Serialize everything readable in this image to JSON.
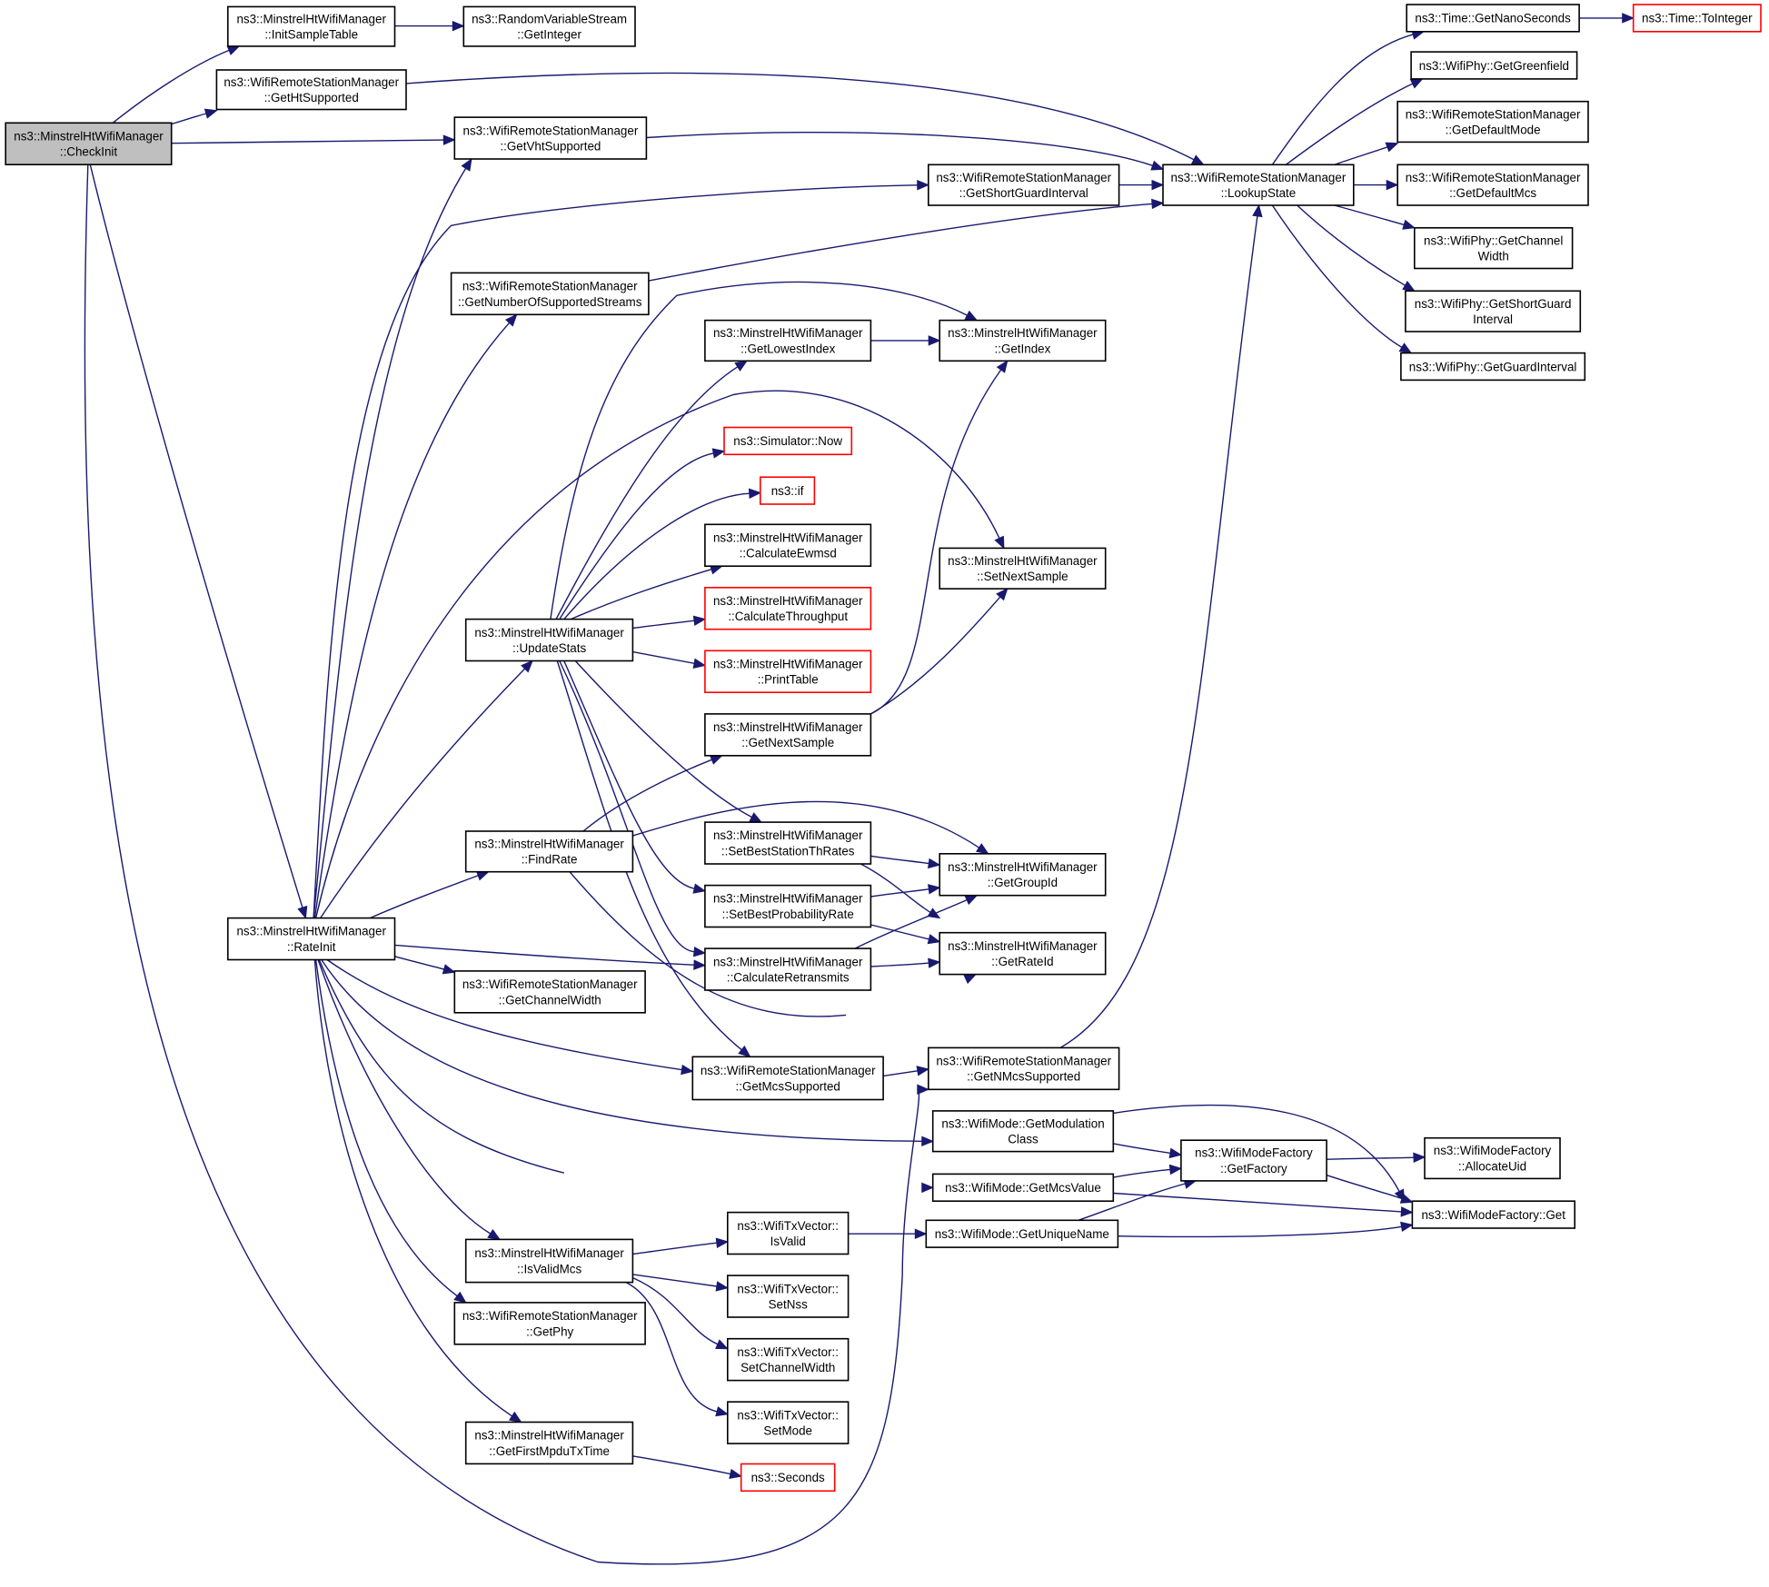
{
  "graph": {
    "colors": {
      "edge": "#191970",
      "border_default": "#000000",
      "border_truncated": "#ff0000",
      "fill_root": "#bfbfbf",
      "fill_default": "#ffffff"
    },
    "nodes": {
      "checkinit": {
        "lines": [
          "ns3::MinstrelHtWifiManager",
          "::CheckInit"
        ],
        "style": "root"
      },
      "initsampletable": {
        "lines": [
          "ns3::MinstrelHtWifiManager",
          "::InitSampleTable"
        ],
        "style": "normal"
      },
      "rvs_getinteger": {
        "lines": [
          "ns3::RandomVariableStream",
          "::GetInteger"
        ],
        "style": "normal"
      },
      "gethtsupported": {
        "lines": [
          "ns3::WifiRemoteStationManager",
          "::GetHtSupported"
        ],
        "style": "normal"
      },
      "getvhtsupported": {
        "lines": [
          "ns3::WifiRemoteStationManager",
          "::GetVhtSupported"
        ],
        "style": "normal"
      },
      "getshortguardinterval": {
        "lines": [
          "ns3::WifiRemoteStationManager",
          "::GetShortGuardInterval"
        ],
        "style": "normal"
      },
      "lookupstate": {
        "lines": [
          "ns3::WifiRemoteStationManager",
          "::LookupState"
        ],
        "style": "normal"
      },
      "getnanoseconds": {
        "lines": [
          "ns3::Time::GetNanoSeconds"
        ],
        "style": "normal"
      },
      "tointeger": {
        "lines": [
          "ns3::Time::ToInteger"
        ],
        "style": "truncated"
      },
      "getgreenfield": {
        "lines": [
          "ns3::WifiPhy::GetGreenfield"
        ],
        "style": "normal"
      },
      "getdefaultmode": {
        "lines": [
          "ns3::WifiRemoteStationManager",
          "::GetDefaultMode"
        ],
        "style": "normal"
      },
      "getdefaultmcs": {
        "lines": [
          "ns3::WifiRemoteStationManager",
          "::GetDefaultMcs"
        ],
        "style": "normal"
      },
      "phy_getchannelwidth": {
        "lines": [
          "ns3::WifiPhy::GetChannel",
          "Width"
        ],
        "style": "normal"
      },
      "phy_getshortguardinterval": {
        "lines": [
          "ns3::WifiPhy::GetShortGuard",
          "Interval"
        ],
        "style": "normal"
      },
      "phy_getguardinterval": {
        "lines": [
          "ns3::WifiPhy::GetGuardInterval"
        ],
        "style": "normal"
      },
      "getnumberofsupportedstreams": {
        "lines": [
          "ns3::WifiRemoteStationManager",
          "::GetNumberOfSupportedStreams"
        ],
        "style": "normal"
      },
      "getlowestindex": {
        "lines": [
          "ns3::MinstrelHtWifiManager",
          "::GetLowestIndex"
        ],
        "style": "normal"
      },
      "getindex": {
        "lines": [
          "ns3::MinstrelHtWifiManager",
          "::GetIndex"
        ],
        "style": "normal"
      },
      "simulator_now": {
        "lines": [
          "ns3::Simulator::Now"
        ],
        "style": "truncated"
      },
      "ns3_if": {
        "lines": [
          "ns3::if"
        ],
        "style": "truncated"
      },
      "calculateewmsd": {
        "lines": [
          "ns3::MinstrelHtWifiManager",
          "::CalculateEwmsd"
        ],
        "style": "normal"
      },
      "setnextsample": {
        "lines": [
          "ns3::MinstrelHtWifiManager",
          "::SetNextSample"
        ],
        "style": "normal"
      },
      "calculatethroughput": {
        "lines": [
          "ns3::MinstrelHtWifiManager",
          "::CalculateThroughput"
        ],
        "style": "truncated"
      },
      "updatestats": {
        "lines": [
          "ns3::MinstrelHtWifiManager",
          "::UpdateStats"
        ],
        "style": "normal"
      },
      "printtable": {
        "lines": [
          "ns3::MinstrelHtWifiManager",
          "::PrintTable"
        ],
        "style": "truncated"
      },
      "getnextsample": {
        "lines": [
          "ns3::MinstrelHtWifiManager",
          "::GetNextSample"
        ],
        "style": "normal"
      },
      "findrate": {
        "lines": [
          "ns3::MinstrelHtWifiManager",
          "::FindRate"
        ],
        "style": "normal"
      },
      "setbeststationthrates": {
        "lines": [
          "ns3::MinstrelHtWifiManager",
          "::SetBestStationThRates"
        ],
        "style": "normal"
      },
      "getgroupid": {
        "lines": [
          "ns3::MinstrelHtWifiManager",
          "::GetGroupId"
        ],
        "style": "normal"
      },
      "setbestprobabilityrate": {
        "lines": [
          "ns3::MinstrelHtWifiManager",
          "::SetBestProbabilityRate"
        ],
        "style": "normal"
      },
      "rateinit": {
        "lines": [
          "ns3::MinstrelHtWifiManager",
          "::RateInit"
        ],
        "style": "normal"
      },
      "getrateid": {
        "lines": [
          "ns3::MinstrelHtWifiManager",
          "::GetRateId"
        ],
        "style": "normal"
      },
      "calculateretransmits": {
        "lines": [
          "ns3::MinstrelHtWifiManager",
          "::CalculateRetransmits"
        ],
        "style": "normal"
      },
      "rsm_getchannelwidth": {
        "lines": [
          "ns3::WifiRemoteStationManager",
          "::GetChannelWidth"
        ],
        "style": "normal"
      },
      "getmcssupported": {
        "lines": [
          "ns3::WifiRemoteStationManager",
          "::GetMcsSupported"
        ],
        "style": "normal"
      },
      "getnmcssupported": {
        "lines": [
          "ns3::WifiRemoteStationManager",
          "::GetNMcsSupported"
        ],
        "style": "normal"
      },
      "getmodulationclass": {
        "lines": [
          "ns3::WifiMode::GetModulation",
          "Class"
        ],
        "style": "normal"
      },
      "getfactory": {
        "lines": [
          "ns3::WifiModeFactory",
          "::GetFactory"
        ],
        "style": "normal"
      },
      "allocateuid": {
        "lines": [
          "ns3::WifiModeFactory",
          "::AllocateUid"
        ],
        "style": "normal"
      },
      "getmcsvalue": {
        "lines": [
          "ns3::WifiMode::GetMcsValue"
        ],
        "style": "normal"
      },
      "factory_get": {
        "lines": [
          "ns3::WifiModeFactory::Get"
        ],
        "style": "normal"
      },
      "isvalid": {
        "lines": [
          "ns3::WifiTxVector::",
          "IsValid"
        ],
        "style": "normal"
      },
      "getuniquename": {
        "lines": [
          "ns3::WifiMode::GetUniqueName"
        ],
        "style": "normal"
      },
      "isvalidmcs": {
        "lines": [
          "ns3::MinstrelHtWifiManager",
          "::IsValidMcs"
        ],
        "style": "normal"
      },
      "setnss": {
        "lines": [
          "ns3::WifiTxVector::",
          "SetNss"
        ],
        "style": "normal"
      },
      "getphy": {
        "lines": [
          "ns3::WifiRemoteStationManager",
          "::GetPhy"
        ],
        "style": "normal"
      },
      "setchannelwidth": {
        "lines": [
          "ns3::WifiTxVector::",
          "SetChannelWidth"
        ],
        "style": "normal"
      },
      "setmode": {
        "lines": [
          "ns3::WifiTxVector::",
          "SetMode"
        ],
        "style": "normal"
      },
      "getfirstmpdutxtime": {
        "lines": [
          "ns3::MinstrelHtWifiManager",
          "::GetFirstMpduTxTime"
        ],
        "style": "normal"
      },
      "seconds": {
        "lines": [
          "ns3::Seconds"
        ],
        "style": "truncated"
      }
    },
    "edges": [
      [
        "checkinit",
        "initsampletable"
      ],
      [
        "checkinit",
        "gethtsupported"
      ],
      [
        "checkinit",
        "getvhtsupported"
      ],
      [
        "checkinit",
        "rateinit"
      ],
      [
        "checkinit",
        "getnmcssupported"
      ],
      [
        "initsampletable",
        "rvs_getinteger"
      ],
      [
        "gethtsupported",
        "lookupstate"
      ],
      [
        "getvhtsupported",
        "lookupstate"
      ],
      [
        "getshortguardinterval",
        "lookupstate"
      ],
      [
        "getnumberofsupportedstreams",
        "lookupstate"
      ],
      [
        "getnmcssupported",
        "lookupstate"
      ],
      [
        "lookupstate",
        "getnanoseconds"
      ],
      [
        "lookupstate",
        "getgreenfield"
      ],
      [
        "lookupstate",
        "getdefaultmode"
      ],
      [
        "lookupstate",
        "getdefaultmcs"
      ],
      [
        "lookupstate",
        "phy_getchannelwidth"
      ],
      [
        "lookupstate",
        "phy_getshortguardinterval"
      ],
      [
        "lookupstate",
        "phy_getguardinterval"
      ],
      [
        "getnanoseconds",
        "tointeger"
      ],
      [
        "rateinit",
        "getvhtsupported"
      ],
      [
        "rateinit",
        "getshortguardinterval"
      ],
      [
        "rateinit",
        "getnumberofsupportedstreams"
      ],
      [
        "rateinit",
        "setnextsample"
      ],
      [
        "rateinit",
        "updatestats"
      ],
      [
        "rateinit",
        "findrate"
      ],
      [
        "rateinit",
        "calculateretransmits"
      ],
      [
        "rateinit",
        "rsm_getchannelwidth"
      ],
      [
        "rateinit",
        "getmcssupported"
      ],
      [
        "rateinit",
        "getmodulationclass"
      ],
      [
        "rateinit",
        "getmcsvalue"
      ],
      [
        "rateinit",
        "isvalidmcs"
      ],
      [
        "rateinit",
        "getphy"
      ],
      [
        "rateinit",
        "getfirstmpdutxtime"
      ],
      [
        "updatestats",
        "getindex"
      ],
      [
        "updatestats",
        "getlowestindex"
      ],
      [
        "updatestats",
        "simulator_now"
      ],
      [
        "updatestats",
        "ns3_if"
      ],
      [
        "updatestats",
        "calculateewmsd"
      ],
      [
        "updatestats",
        "calculatethroughput"
      ],
      [
        "updatestats",
        "printtable"
      ],
      [
        "updatestats",
        "setbeststationthrates"
      ],
      [
        "updatestats",
        "setbestprobabilityrate"
      ],
      [
        "updatestats",
        "calculateretransmits"
      ],
      [
        "updatestats",
        "getmcssupported"
      ],
      [
        "getlowestindex",
        "getindex"
      ],
      [
        "getnextsample",
        "getindex"
      ],
      [
        "getnextsample",
        "setnextsample"
      ],
      [
        "findrate",
        "getnextsample"
      ],
      [
        "findrate",
        "getgroupid"
      ],
      [
        "findrate",
        "getrateid"
      ],
      [
        "setbeststationthrates",
        "getgroupid"
      ],
      [
        "setbeststationthrates",
        "getrateid"
      ],
      [
        "setbestprobabilityrate",
        "getgroupid"
      ],
      [
        "setbestprobabilityrate",
        "getrateid"
      ],
      [
        "calculateretransmits",
        "getgroupid"
      ],
      [
        "calculateretransmits",
        "getrateid"
      ],
      [
        "getmcssupported",
        "getnmcssupported"
      ],
      [
        "getmodulationclass",
        "getfactory"
      ],
      [
        "getmodulationclass",
        "factory_get"
      ],
      [
        "getmcsvalue",
        "getfactory"
      ],
      [
        "getmcsvalue",
        "factory_get"
      ],
      [
        "getuniquename",
        "getfactory"
      ],
      [
        "getuniquename",
        "factory_get"
      ],
      [
        "getfactory",
        "allocateuid"
      ],
      [
        "getfactory",
        "factory_get"
      ],
      [
        "isvalidmcs",
        "isvalid"
      ],
      [
        "isvalidmcs",
        "setnss"
      ],
      [
        "isvalidmcs",
        "setchannelwidth"
      ],
      [
        "isvalidmcs",
        "setmode"
      ],
      [
        "isvalid",
        "getuniquename"
      ],
      [
        "getfirstmpdutxtime",
        "seconds"
      ]
    ]
  }
}
